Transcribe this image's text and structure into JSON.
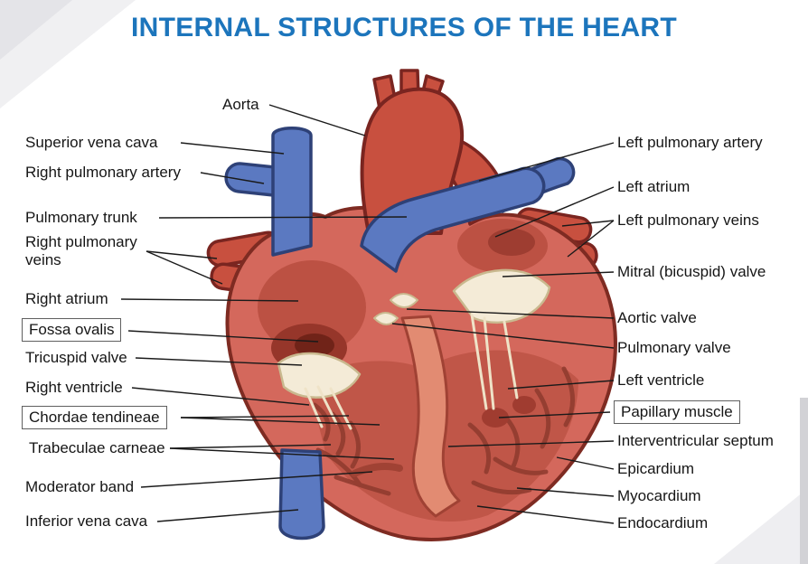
{
  "title": "INTERNAL STRUCTURES OF THE HEART",
  "labels": {
    "left": [
      {
        "text": "Aorta",
        "boxed": false
      },
      {
        "text": "Superior vena cava",
        "boxed": false
      },
      {
        "text": "Right pulmonary artery",
        "boxed": false
      },
      {
        "text": "Pulmonary trunk",
        "boxed": false
      },
      {
        "text": "Right pulmonary veins",
        "boxed": false
      },
      {
        "text": "Right atrium",
        "boxed": false
      },
      {
        "text": "Fossa ovalis",
        "boxed": true
      },
      {
        "text": "Tricuspid valve",
        "boxed": false
      },
      {
        "text": "Right ventricle",
        "boxed": false
      },
      {
        "text": "Chordae tendineae",
        "boxed": true
      },
      {
        "text": "Trabeculae carneae",
        "boxed": false
      },
      {
        "text": "Moderator band",
        "boxed": false
      },
      {
        "text": "Inferior vena cava",
        "boxed": false
      }
    ],
    "right": [
      {
        "text": "Left pulmonary artery",
        "boxed": false
      },
      {
        "text": "Left atrium",
        "boxed": false
      },
      {
        "text": "Left pulmonary veins",
        "boxed": false
      },
      {
        "text": "Mitral (bicuspid) valve",
        "boxed": false
      },
      {
        "text": "Aortic valve",
        "boxed": false
      },
      {
        "text": "Pulmonary valve",
        "boxed": false
      },
      {
        "text": "Left ventricle",
        "boxed": false
      },
      {
        "text": "Papillary muscle",
        "boxed": true
      },
      {
        "text": "Interventricular septum",
        "boxed": false
      },
      {
        "text": "Epicardium",
        "boxed": false
      },
      {
        "text": "Myocardium",
        "boxed": false
      },
      {
        "text": "Endocardium",
        "boxed": false
      }
    ]
  },
  "colors": {
    "title_blue": "#1C75BC",
    "heart_red": "#D4685C",
    "vessel_blue": "#5B79C1",
    "valve_cream": "#F4EBD7",
    "label_text": "#161616"
  }
}
